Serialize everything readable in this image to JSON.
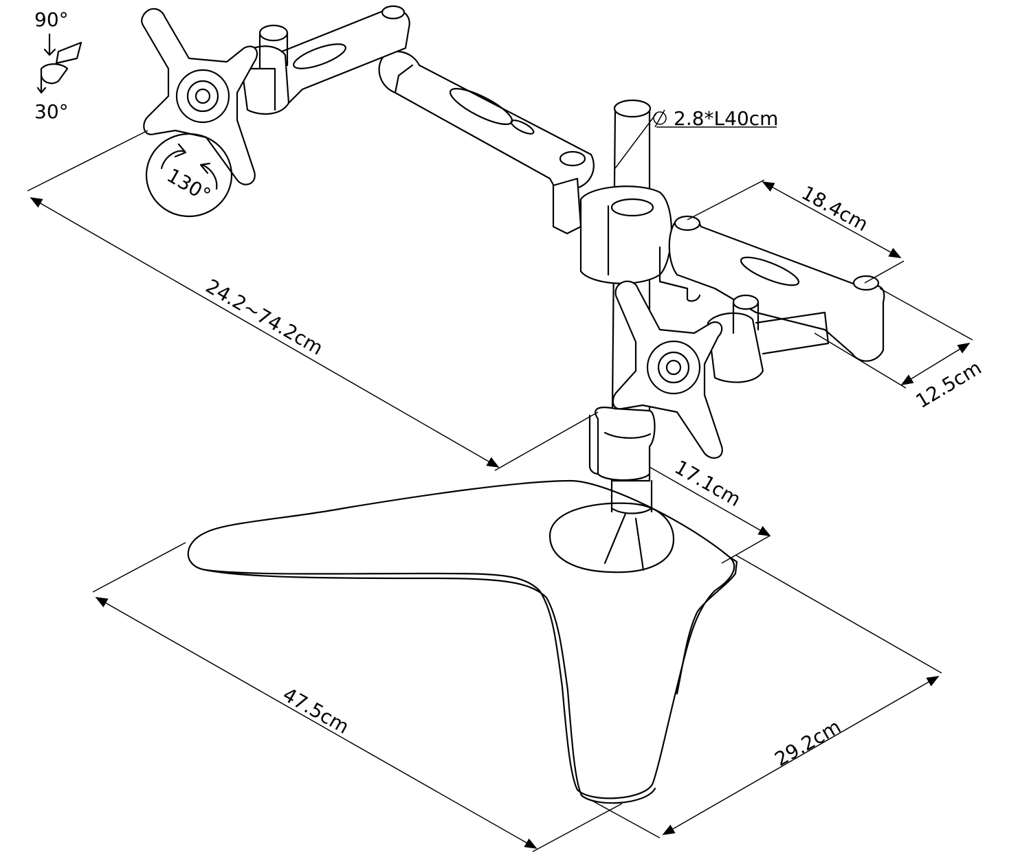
{
  "diagram": {
    "tilt": {
      "up": "90°",
      "down": "30°"
    },
    "rotation": "130°",
    "pole": "2.8*L40cm",
    "dimensions": {
      "arm_reach": "24.2~74.2cm",
      "arm_segment": "18.4cm",
      "arm_height": "12.5cm",
      "pole_offset": "17.1cm",
      "base_width": "47.5cm",
      "base_depth": "29.2cm"
    }
  }
}
